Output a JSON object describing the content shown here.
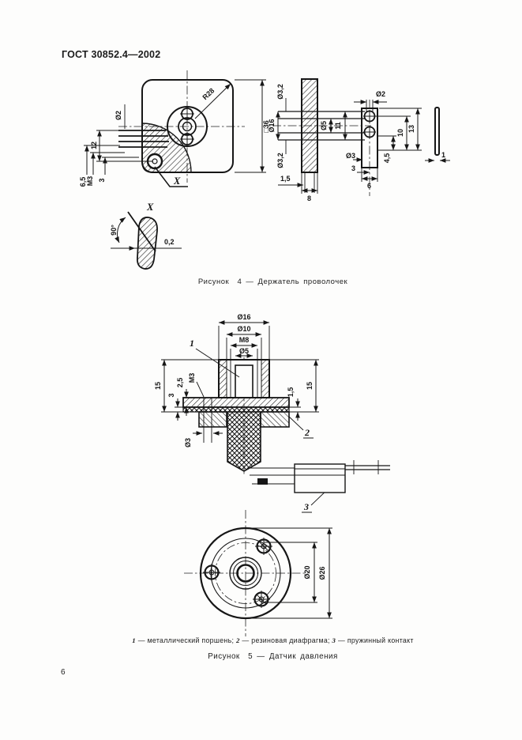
{
  "page": {
    "header": "ГОСТ 30852.4—2002",
    "page_number": "6"
  },
  "figure4": {
    "caption": "Рисунок  4 — Держатель проволочек",
    "plate": {
      "square_size": "□36",
      "corner_radius": "R28",
      "wire_dia": "Ø2",
      "dim_12": "12",
      "dim_6_5": "6,5",
      "thread_m3": "M3",
      "dim_3": "3",
      "detail_ref": "X"
    },
    "detail_x": {
      "title": "X",
      "angle": "90°",
      "edge_gap": "0,2"
    },
    "section": {
      "hole_top": "Ø3,2",
      "dia_16": "Ø16",
      "hole_bottom": "Ø3,2",
      "dia_5": "Ø5",
      "dim_11": "11",
      "dim_1_5": "1,5",
      "dim_8": "8"
    },
    "strip": {
      "hole_dia": "Ø2",
      "dim_13": "13",
      "dim_10": "10",
      "dim_4_5": "4,5",
      "dia_3": "Ø3",
      "dim_3": "3",
      "dim_6": "6",
      "thickness": "1"
    }
  },
  "figure5": {
    "caption": "Рисунок  5 — Датчик давления",
    "section": {
      "dia_16": "Ø16",
      "dia_10": "Ø10",
      "thread_m8": "M8",
      "dia_5": "Ø5",
      "dim_15_left": "15",
      "dim_2_5": "2,5",
      "thread_m3": "M3",
      "dim_3": "3",
      "dia_3": "Ø3",
      "dim_15_right": "15",
      "dim_1_5": "1,5",
      "part_1": "1",
      "part_2": "2",
      "part_3": "3"
    },
    "bottom_view": {
      "bolt_circle_dia": "Ø20",
      "outer_dia": "Ø26"
    },
    "legend": {
      "separator": " — ",
      "delimiter": "; ",
      "items": [
        {
          "num": "1",
          "text": "металлический поршень"
        },
        {
          "num": "2",
          "text": "резиновая диафрагма"
        },
        {
          "num": "3",
          "text": "пружинный контакт"
        }
      ]
    }
  }
}
